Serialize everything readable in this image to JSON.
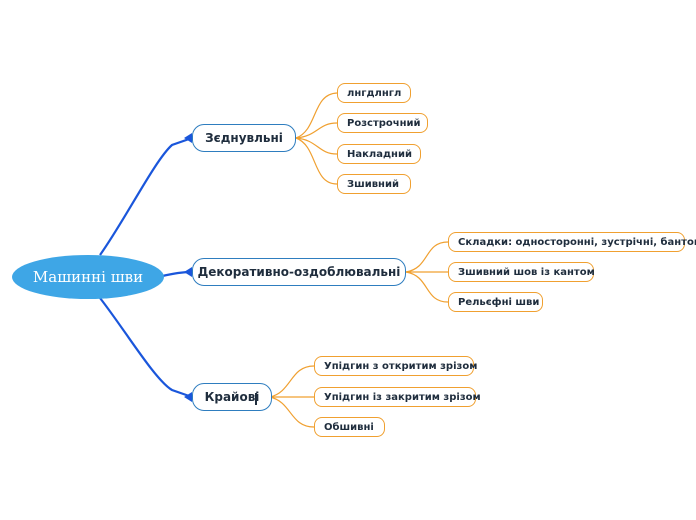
{
  "root": {
    "label": "Машинні шви"
  },
  "branches": [
    {
      "label": "Зєднувльні",
      "children": [
        "лнгдлнгл",
        "Розстрочний",
        "Накладний",
        "Зшивний"
      ]
    },
    {
      "label": "Декоративно-оздоблювальні",
      "children": [
        "Складки: односторонні, зустрічні, бантові",
        "Зшивний шов із кантом",
        "Рельєфні шви"
      ]
    },
    {
      "label": "Крайові",
      "children": [
        "Упідгин з откритим зрізом",
        "Упідгин із закритим зрізом",
        "Обшивні"
      ]
    }
  ],
  "colors": {
    "root_fill": "#3ea6e6",
    "main_line": "#1a56db",
    "main_border": "#2e7dbf",
    "leaf_line": "#f0a030"
  }
}
